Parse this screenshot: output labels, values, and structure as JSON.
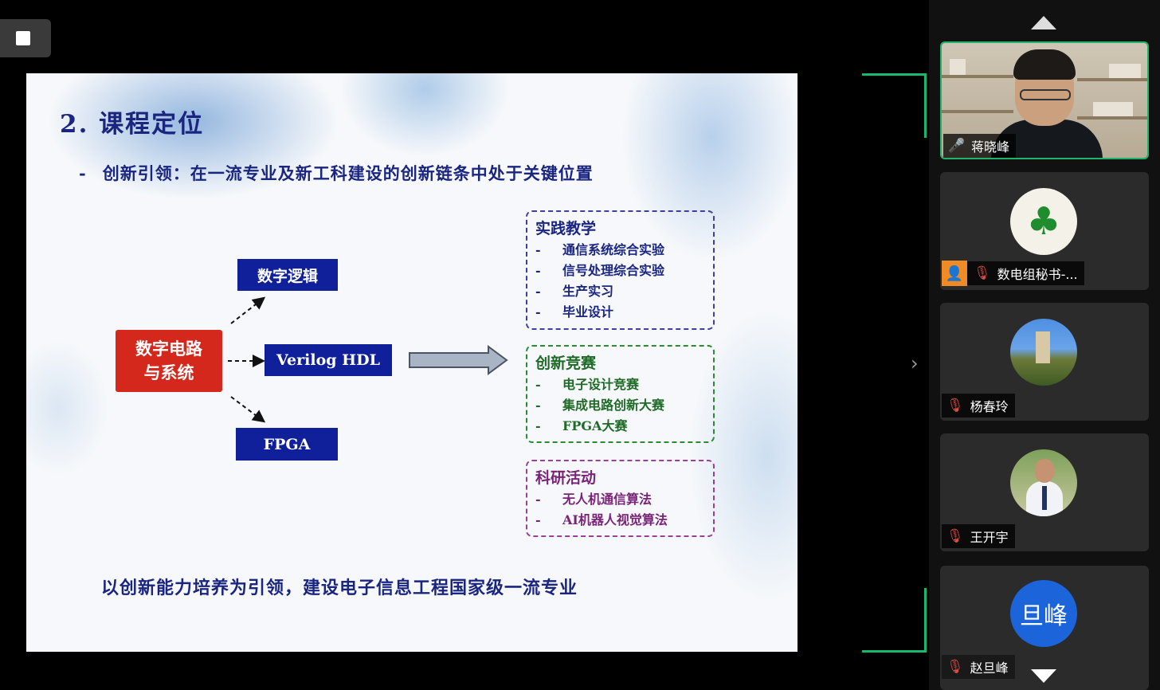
{
  "toolbar": {
    "stop_icon": "stop-icon"
  },
  "slide": {
    "title": "2.  课程定位",
    "bullet_dash": "-",
    "bullet": "创新引领：在一流专业及新工科建设的创新链条中处于关键位置",
    "center_box": "数字电路\n与系统",
    "box_top": "数字逻辑",
    "box_mid": "Verilog HDL",
    "box_bot": "FPGA",
    "groups": [
      {
        "title": "实践教学",
        "items": [
          "通信系统综合实验",
          "信号处理综合实验",
          "生产实习",
          "毕业设计"
        ]
      },
      {
        "title": "创新竞赛",
        "items": [
          "电子设计竞赛",
          "集成电路创新大赛",
          "FPGA大赛"
        ]
      },
      {
        "title": "科研活动",
        "items": [
          "无人机通信算法",
          "AI机器人视觉算法"
        ]
      }
    ],
    "item_dash": "-",
    "footer": "以创新能力培养为引领，建设电子信息工程国家级一流专业"
  },
  "colors": {
    "accent_green": "#1fb36b",
    "slide_text": "#1a2580",
    "box_blue": "#10209a",
    "box_red": "#d4281c"
  },
  "nav": {
    "next_chevron": "›"
  },
  "participants": [
    {
      "name": "蒋晓峰",
      "mic": "on",
      "video": true
    },
    {
      "name": "数电组秘书-...",
      "mic": "off",
      "avatar": "clover"
    },
    {
      "name": "杨春玲",
      "mic": "off",
      "avatar": "building"
    },
    {
      "name": "王开宇",
      "mic": "off",
      "avatar": "person"
    },
    {
      "name": "赵旦峰",
      "mic": "off",
      "avatar_text": "旦峰"
    }
  ]
}
